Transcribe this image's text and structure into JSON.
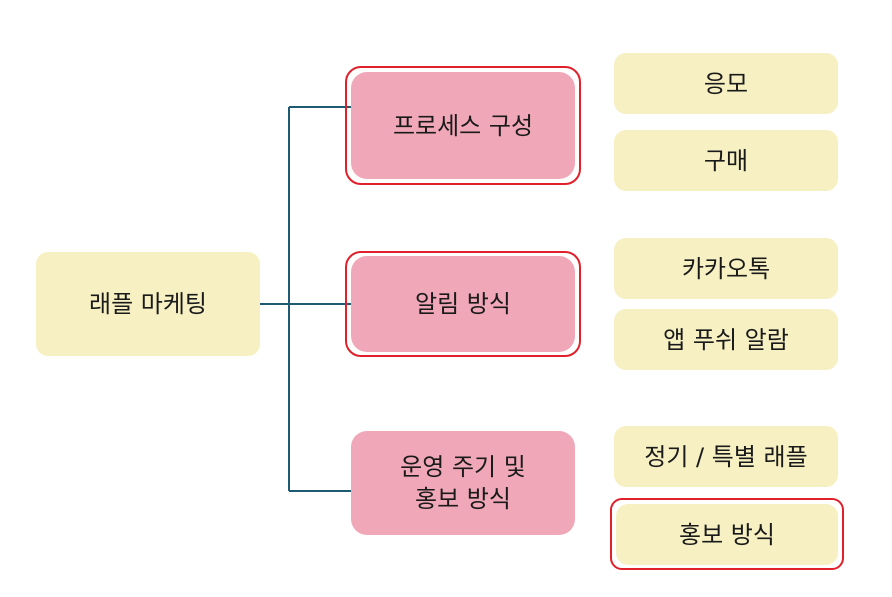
{
  "root": {
    "label": "래플 마케팅"
  },
  "branches": [
    {
      "label": "프로세스 구성",
      "highlighted": true,
      "children": [
        {
          "label": "응모",
          "highlighted": false
        },
        {
          "label": "구매",
          "highlighted": false
        }
      ]
    },
    {
      "label": "알림 방식",
      "highlighted": true,
      "children": [
        {
          "label": "카카오톡",
          "highlighted": false
        },
        {
          "label": "앱 푸쉬 알람",
          "highlighted": false
        }
      ]
    },
    {
      "label": "운영 주기 및\n홍보 방식",
      "highlighted": false,
      "children": [
        {
          "label": "정기 / 특별 래플",
          "highlighted": false
        },
        {
          "label": "홍보 방식",
          "highlighted": true
        }
      ]
    }
  ],
  "colors": {
    "root_fill": "#f7f0c3",
    "branch_fill": "#f0a8b8",
    "leaf_fill": "#f7f0c3",
    "highlight_outline": "#e0202a",
    "connector": "#1f5a73"
  }
}
